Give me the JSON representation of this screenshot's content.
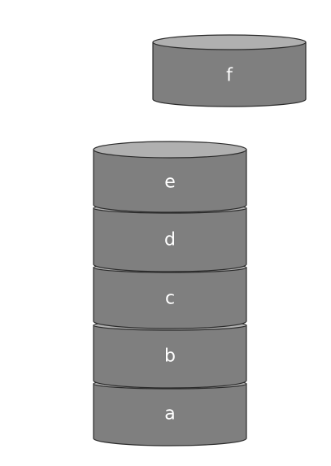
{
  "colors": {
    "side": "#7f7f7f",
    "top": "#b0b0b0",
    "outline": "#2b2b2b",
    "label": "#ffffff",
    "background": "#ffffff"
  },
  "disks": [
    {
      "id": "f",
      "label": "f",
      "group": "separate"
    },
    {
      "id": "e",
      "label": "e",
      "group": "stack"
    },
    {
      "id": "d",
      "label": "d",
      "group": "stack"
    },
    {
      "id": "c",
      "label": "c",
      "group": "stack"
    },
    {
      "id": "b",
      "label": "b",
      "group": "stack"
    },
    {
      "id": "a",
      "label": "a",
      "group": "stack"
    }
  ]
}
